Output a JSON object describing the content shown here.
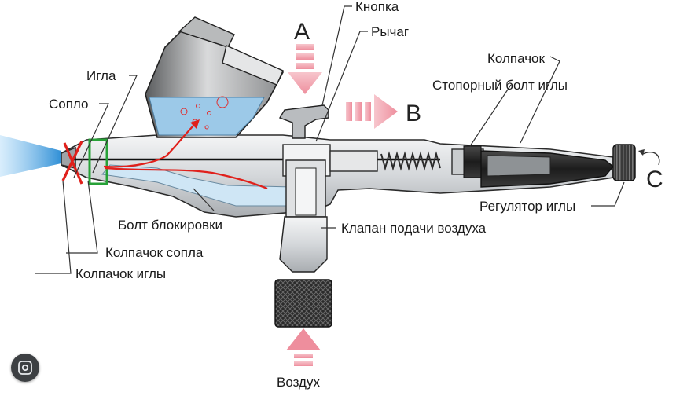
{
  "labels": {
    "button": "Кнопка",
    "lever": "Рычаг",
    "cap": "Колпачок",
    "needle_stop_bolt": "Стопорный болт иглы",
    "needle": "Игла",
    "nozzle": "Сопло",
    "lock_bolt": "Болт блокировки",
    "nozzle_cap": "Колпачок сопла",
    "needle_cap": "Колпачок иглы",
    "air_valve": "Клапан подачи воздуха",
    "needle_regulator": "Регулятор иглы",
    "air": "Воздух"
  },
  "markers": {
    "a": "A",
    "b": "B",
    "c": "C"
  },
  "icons": {
    "lens": "lens-search-icon"
  },
  "colors": {
    "paint": "#9cc9e8",
    "spray": "#4aa3df",
    "arrow_pink": "#f2a7b3",
    "annotation_red": "#e0201b",
    "annotation_green": "#27a137",
    "body_gray": "#d9dbdd",
    "knurl_dark": "#2a2a2a"
  }
}
